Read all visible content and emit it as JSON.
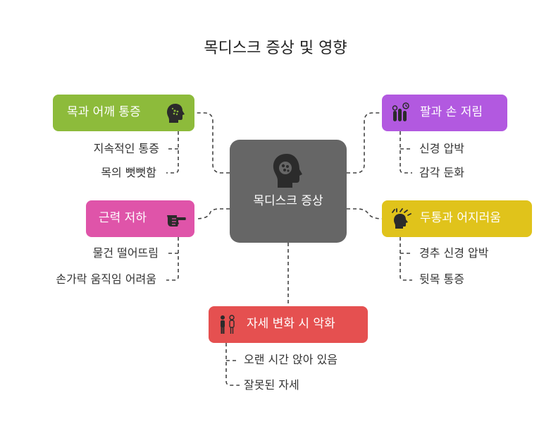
{
  "title": "목디스크 증상 및 영향",
  "center": {
    "label": "목디스크 증상",
    "icon": "head-profile-icon"
  },
  "nodes": [
    {
      "label": "목과 어깨 통증",
      "icon": "head-dots-icon",
      "color": "#8dbb3b",
      "children": [
        "지속적인 통증",
        "목의 뻣뻣함"
      ]
    },
    {
      "label": "팔과 손 저림",
      "icon": "hand-fingers-icon",
      "color": "#b259e0",
      "children": [
        "신경 압박",
        "감각 둔화"
      ]
    },
    {
      "label": "근력 저하",
      "icon": "pointing-hand-icon",
      "color": "#df54a9",
      "children": [
        "물건 떨어뜨림",
        "손가락 움직임 어려움"
      ]
    },
    {
      "label": "두통과 어지러움",
      "icon": "dizzy-head-icon",
      "color": "#e0c31b",
      "children": [
        "경추 신경 압박",
        "뒷목 통증"
      ]
    },
    {
      "label": "자세 변화 시 악화",
      "icon": "posture-people-icon",
      "color": "#e55050",
      "children": [
        "오랜 시간 앉아 있음",
        "잘못된 자세"
      ]
    }
  ]
}
